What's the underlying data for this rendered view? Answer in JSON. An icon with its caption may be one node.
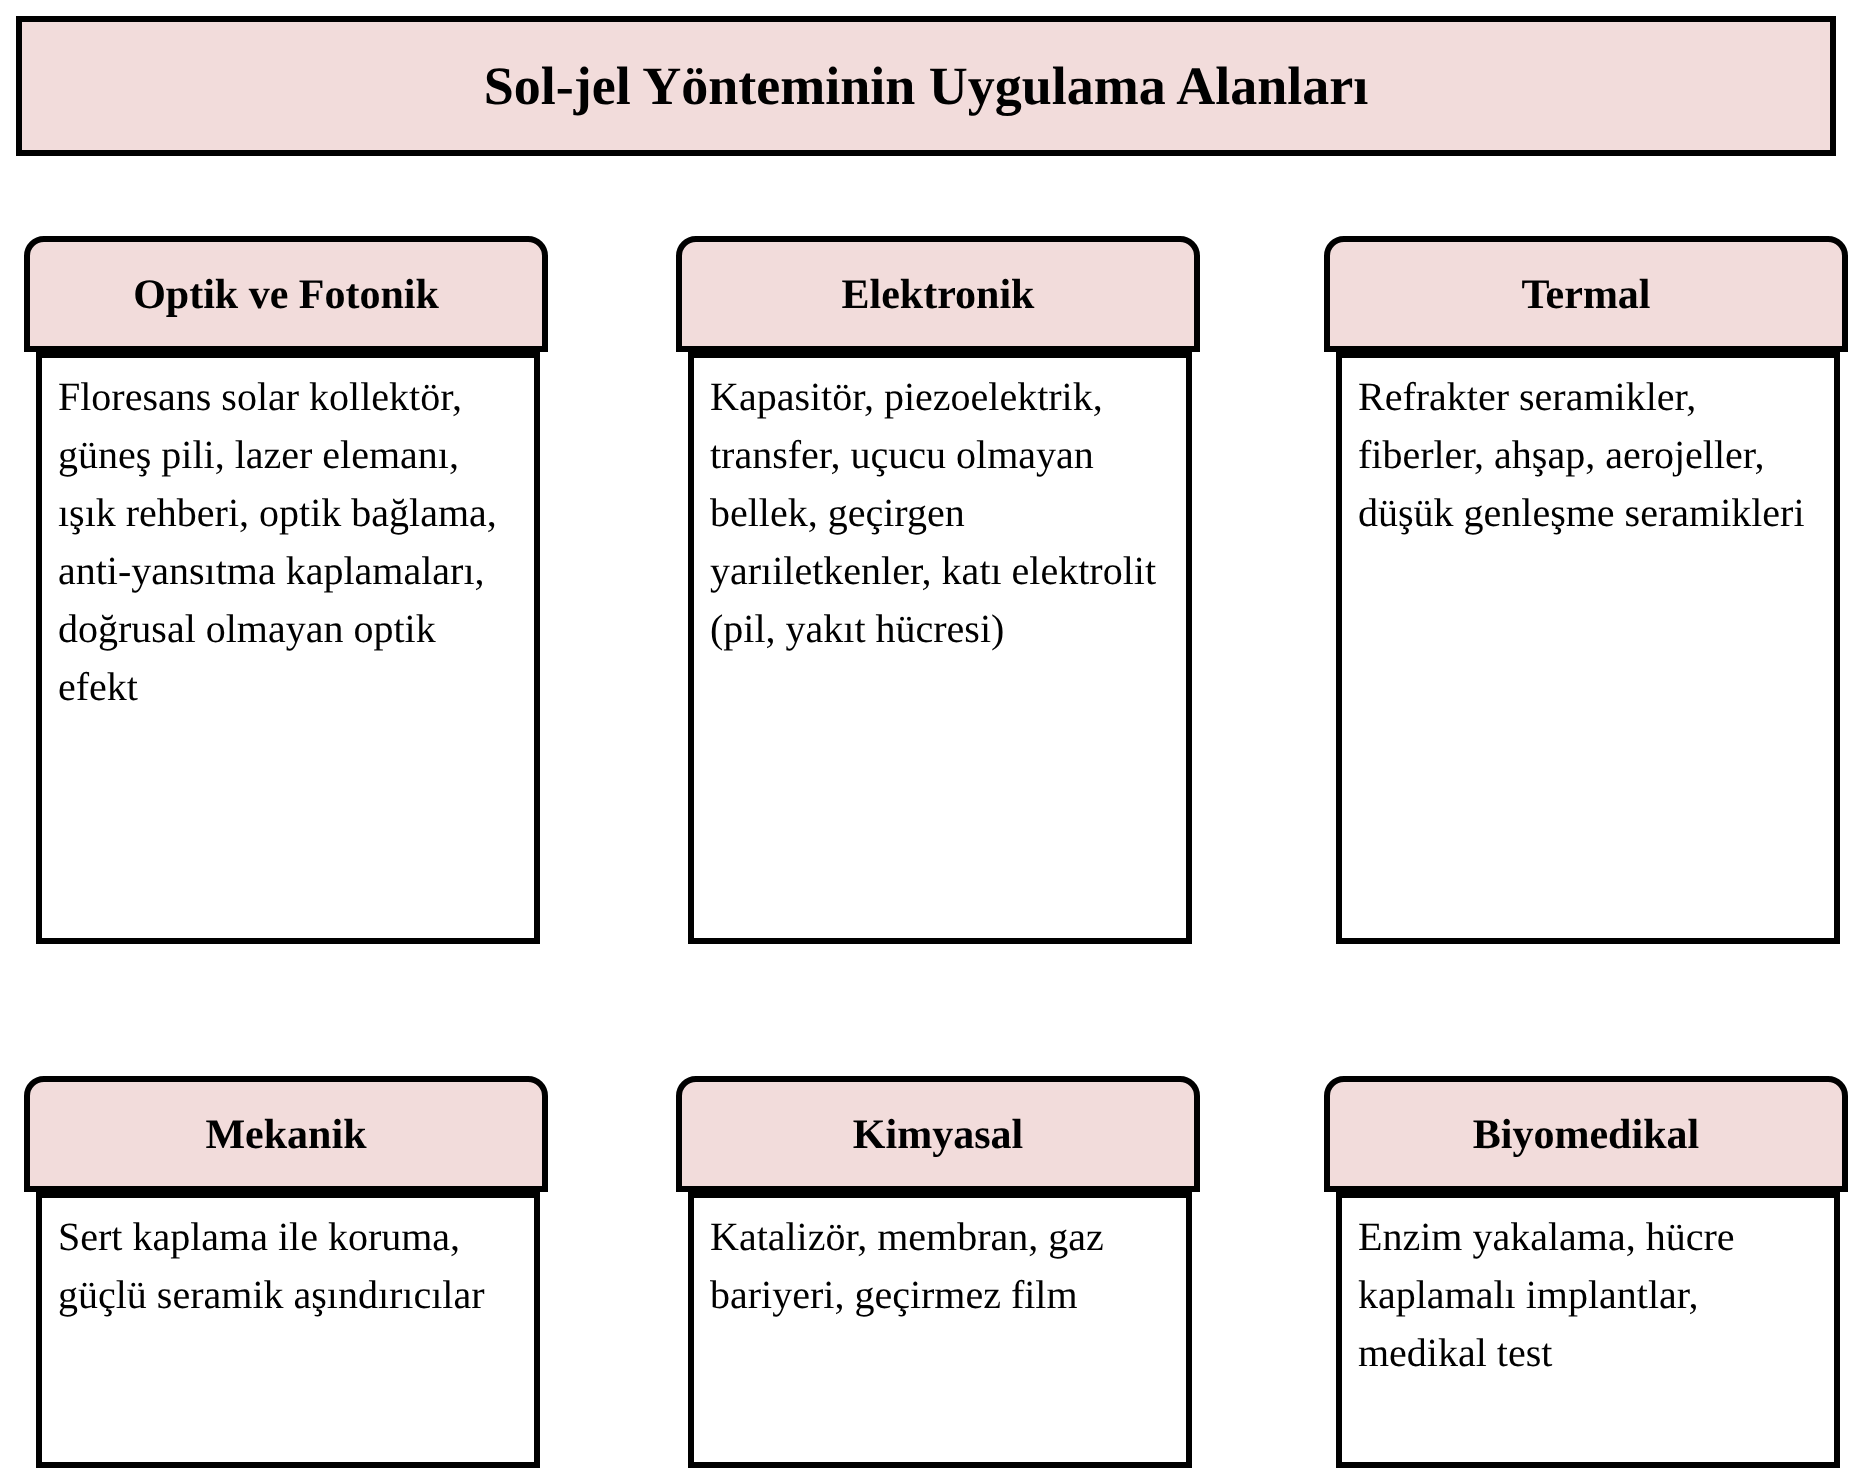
{
  "diagram": {
    "nodes": [
      {
        "text": [
          "Sol-jel Yönteminin Uygulama Alanları"
        ]
      },
      {
        "text": [
          "Optik ve Fotonik"
        ]
      },
      {
        "text": [
          "Elektronik"
        ]
      },
      {
        "text": [
          "Termal"
        ]
      },
      {
        "text": [
          "Floresans solar kollektör, güneş pili, lazer elemanı, ışık rehberi, optik bağlama, anti-yansıtma kaplamaları, doğrusal olmayan optik efekt"
        ]
      },
      {
        "text": [
          "Kapasitör, piezoelektrik, transfer, uçucu olmayan bellek, geçirgen yarıiletkenler, katı elektrolit (pil, yakıt hücresi)"
        ]
      },
      {
        "text": [
          "Refrakter seramikler, fiberler, ahşap, aerojeller, düşük genleşme seramikleri"
        ]
      },
      {
        "text": [
          "Mekanik"
        ]
      },
      {
        "text": [
          "Kimyasal"
        ]
      },
      {
        "text": [
          "Biyomedikal"
        ]
      },
      {
        "text": [
          "Sert kaplama ile koruma, güçlü seramik aşındırıcılar"
        ]
      },
      {
        "text": [
          "Katalizör, membran, gaz bariyeri, geçirmez film"
        ]
      },
      {
        "text": [
          "Enzim yakalama, hücre kaplamalı implantlar, medikal test"
        ]
      }
    ],
    "edges": []
  }
}
